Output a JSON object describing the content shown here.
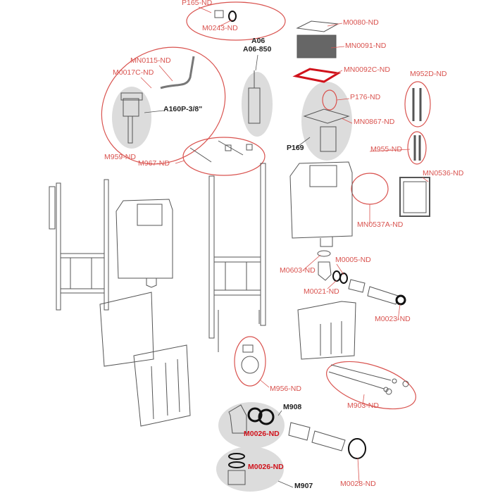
{
  "colors": {
    "label_red": "#d9534f",
    "ellipse_red": "#d9534f",
    "highlight_gray": "#dcdcdc",
    "line": "#555555"
  },
  "labels": {
    "p165": "P165-ND",
    "m0243": "M0243-ND",
    "m0080": "M0080-ND",
    "mn0091": "MN0091-ND",
    "a06": "A06",
    "a06_850": "A06-850",
    "mn0115": "MN0115-ND",
    "m0017c": "M0017C-ND",
    "mn0092c": "MN0092C-ND",
    "m952d": "M952D-ND",
    "p176": "P176-ND",
    "a160p": "A160P-3/8\"",
    "mn0867": "MN0867-ND",
    "p169": "P169",
    "m959": "M959-ND",
    "m955": "M955-ND",
    "m967": "M967-ND",
    "mn0536": "MN0536-ND",
    "mn0537a": "MN0537A-ND",
    "m0603": "M0603-ND",
    "m0005": "M0005-ND",
    "m0021": "M0021-ND",
    "m0023": "M0023-ND",
    "m956": "M956-ND",
    "m903": "M903-ND",
    "m908": "M908",
    "m0026_a": "M0026-ND",
    "m0026_b": "M0026-ND",
    "m907": "M907",
    "m0028": "M0028-ND"
  }
}
